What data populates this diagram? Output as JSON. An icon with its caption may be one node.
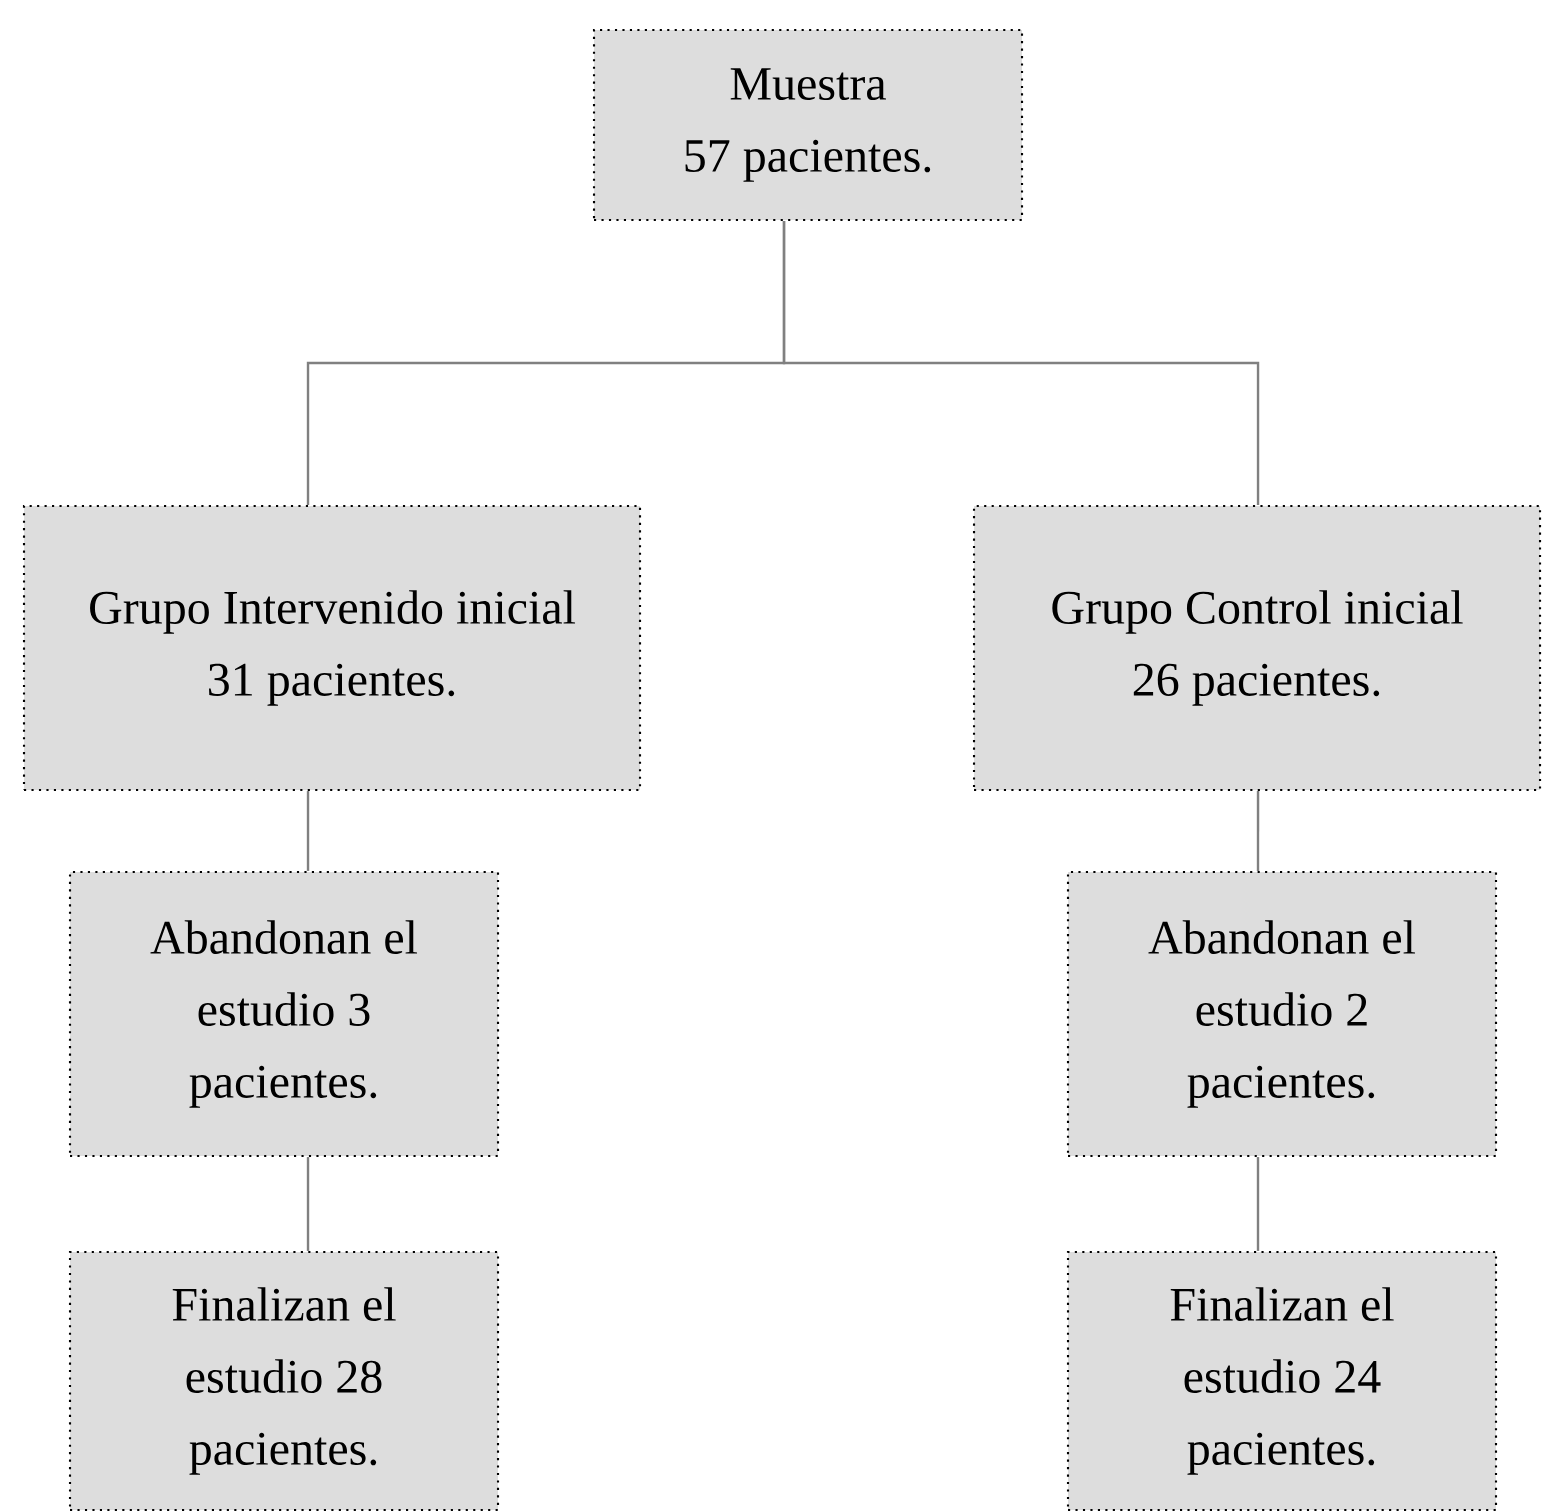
{
  "diagram": {
    "nodes": [
      {
        "text": [
          "Muestra",
          "57 pacientes."
        ]
      },
      {
        "text": [
          "Grupo Intervenido inicial",
          "31 pacientes."
        ]
      },
      {
        "text": [
          "Grupo Control inicial",
          "26 pacientes."
        ]
      },
      {
        "text": [
          "Abandonan el estudio 3 pacientes."
        ]
      },
      {
        "text": [
          "Abandonan el estudio 2 pacientes."
        ]
      },
      {
        "text": [
          "Finalizan el estudio 28 pacientes."
        ]
      },
      {
        "text": [
          "Finalizan el estudio 24 pacientes."
        ]
      }
    ],
    "edges": [
      {
        "from": 0,
        "to": 1,
        "arrow": "none"
      },
      {
        "from": 0,
        "to": 2,
        "arrow": "none"
      },
      {
        "from": 1,
        "to": 3,
        "arrow": "none"
      },
      {
        "from": 2,
        "to": 4,
        "arrow": "none"
      },
      {
        "from": 3,
        "to": 5,
        "arrow": "none"
      },
      {
        "from": 4,
        "to": 6,
        "arrow": "none"
      }
    ]
  }
}
